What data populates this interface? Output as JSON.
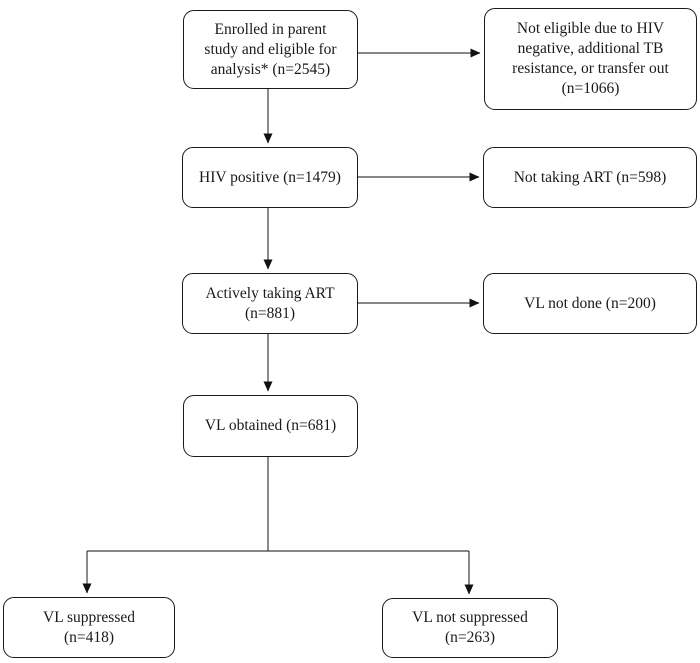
{
  "diagram": {
    "type": "flowchart",
    "nodes": {
      "enrolled": {
        "label": "Enrolled in parent\nstudy and eligible for\nanalysis* (n=2545)",
        "n": 2545
      },
      "not_eligible": {
        "label": "Not eligible due to HIV\nnegative, additional TB\nresistance, or transfer out\n(n=1066)",
        "n": 1066
      },
      "hiv_positive": {
        "label": "HIV positive (n=1479)",
        "n": 1479
      },
      "not_taking_art": {
        "label": "Not taking ART (n=598)",
        "n": 598
      },
      "actively_taking_art": {
        "label": "Actively taking ART\n(n=881)",
        "n": 881
      },
      "vl_not_done": {
        "label": "VL not done (n=200)",
        "n": 200
      },
      "vl_obtained": {
        "label": "VL obtained (n=681)",
        "n": 681
      },
      "vl_suppressed": {
        "label": "VL suppressed\n(n=418)",
        "n": 418
      },
      "vl_not_suppressed": {
        "label": "VL not suppressed\n(n=263)",
        "n": 263
      }
    },
    "edges": [
      {
        "from": "enrolled",
        "to": "not_eligible",
        "direction": "right"
      },
      {
        "from": "enrolled",
        "to": "hiv_positive",
        "direction": "down"
      },
      {
        "from": "hiv_positive",
        "to": "not_taking_art",
        "direction": "right"
      },
      {
        "from": "hiv_positive",
        "to": "actively_taking_art",
        "direction": "down"
      },
      {
        "from": "actively_taking_art",
        "to": "vl_not_done",
        "direction": "right"
      },
      {
        "from": "actively_taking_art",
        "to": "vl_obtained",
        "direction": "down"
      },
      {
        "from": "vl_obtained",
        "to": "vl_suppressed",
        "direction": "down-left-branch"
      },
      {
        "from": "vl_obtained",
        "to": "vl_not_suppressed",
        "direction": "down-right-branch"
      }
    ],
    "colors": {
      "background": "#ffffff",
      "box_border": "#1a1a1a",
      "line": "#3d3d3d",
      "arrowhead": "#111111",
      "text": "#1a1a1a"
    }
  }
}
